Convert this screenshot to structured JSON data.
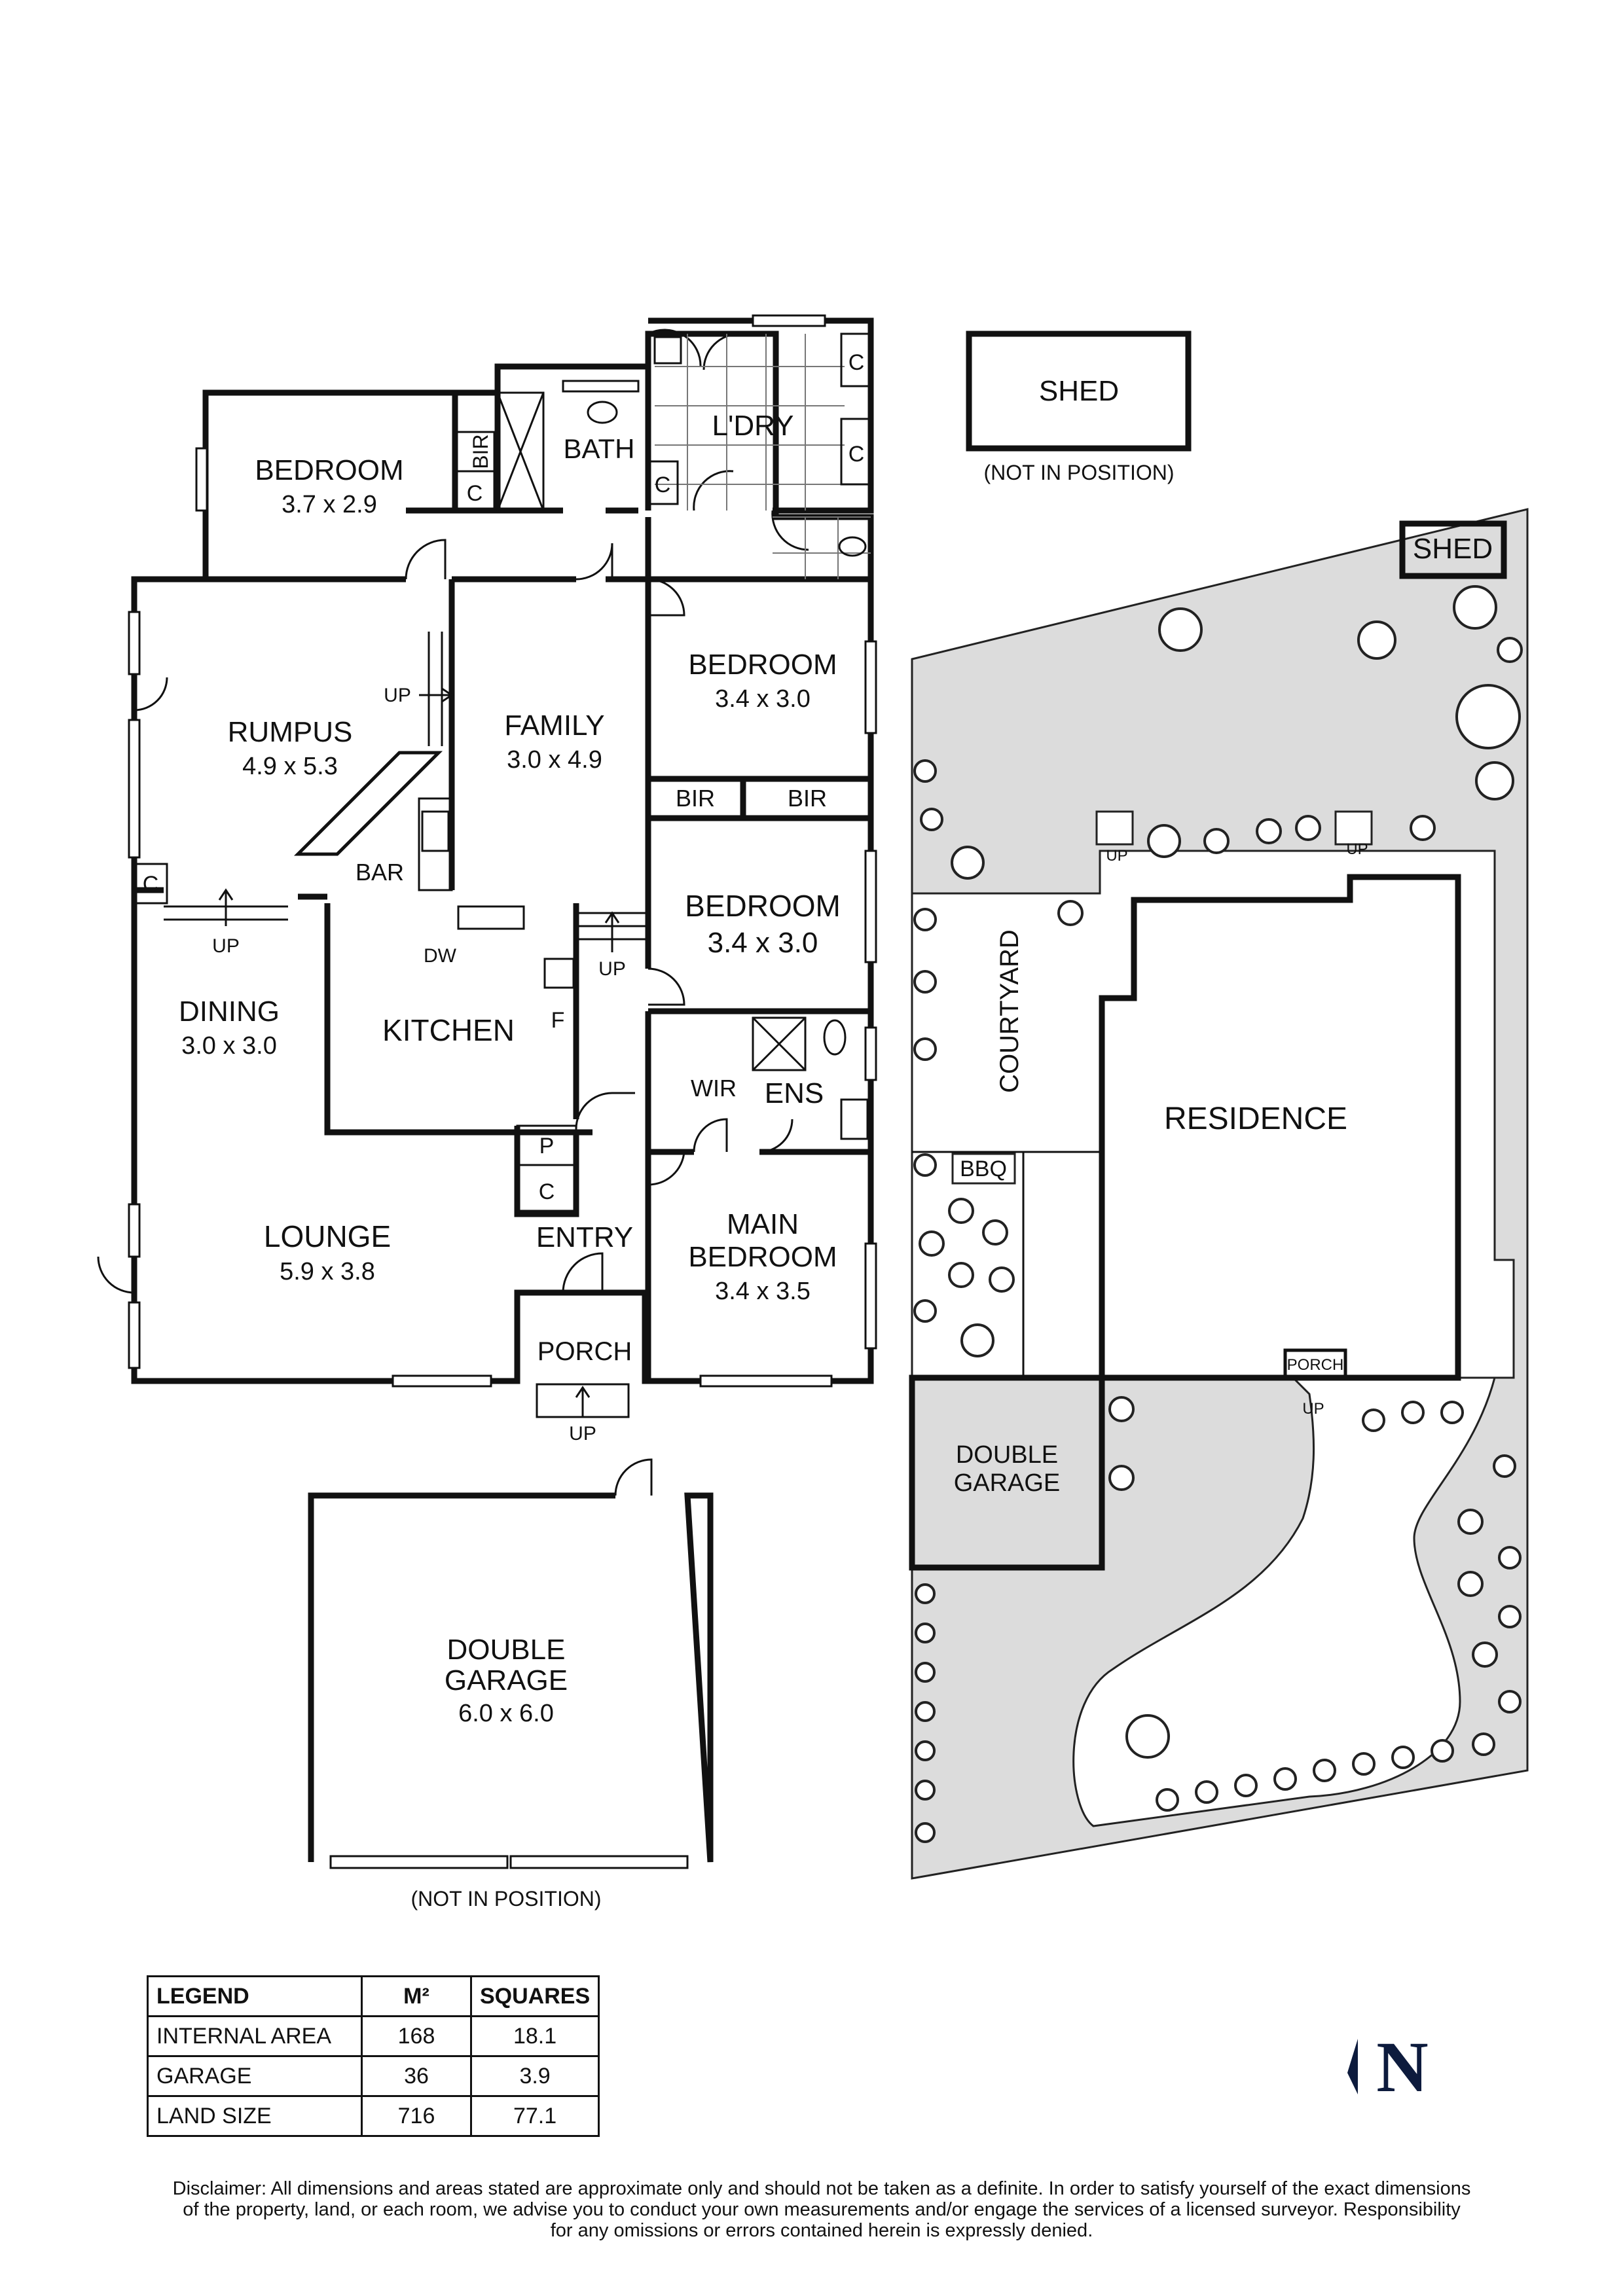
{
  "floor_plan": {
    "rooms": {
      "bedroom_nw": {
        "name": "BEDROOM",
        "size": "3.7 x 2.9"
      },
      "rumpus": {
        "name": "RUMPUS",
        "size": "4.9 x 5.3"
      },
      "family": {
        "name": "FAMILY",
        "size": "3.0 x 4.9"
      },
      "bedroom_e1": {
        "name": "BEDROOM",
        "size": "3.4 x 3.0"
      },
      "bedroom_e2": {
        "name": "BEDROOM",
        "size": "3.4 x 3.0"
      },
      "dining": {
        "name": "DINING",
        "size": "3.0 x 3.0"
      },
      "kitchen": {
        "name": "KITCHEN"
      },
      "lounge": {
        "name": "LOUNGE",
        "size": "5.9 x 3.8"
      },
      "main_bedroom": {
        "name_line1": "MAIN",
        "name_line2": "BEDROOM",
        "size": "3.4 x 3.5"
      },
      "entry": {
        "name": "ENTRY"
      },
      "porch": {
        "name": "PORCH"
      },
      "bath": {
        "name": "BATH"
      },
      "laundry": {
        "name": "L'DRY"
      },
      "wir": {
        "name": "WIR"
      },
      "ens": {
        "name": "ENS"
      },
      "bar": {
        "name": "BAR"
      },
      "garage": {
        "name_line1": "DOUBLE",
        "name_line2": "GARAGE",
        "size": "6.0 x 6.0"
      },
      "shed": {
        "name": "SHED"
      }
    },
    "fixtures": {
      "bir": "BIR",
      "c": "C",
      "p": "P",
      "f": "F",
      "dw": "DW",
      "up": "UP"
    },
    "notes": {
      "shed_not_in_position": "(NOT IN POSITION)",
      "garage_not_in_position": "(NOT IN POSITION)"
    }
  },
  "site_plan": {
    "shed": "SHED",
    "courtyard": "COURTYARD",
    "residence": "RESIDENCE",
    "bbq": "BBQ",
    "porch": "PORCH",
    "up": "UP",
    "garage_line1": "DOUBLE",
    "garage_line2": "GARAGE"
  },
  "legend": {
    "headers": [
      "LEGEND",
      "M²",
      "SQUARES"
    ],
    "rows": [
      {
        "label": "INTERNAL AREA",
        "m2": "168",
        "squares": "18.1"
      },
      {
        "label": "GARAGE",
        "m2": "36",
        "squares": "3.9"
      },
      {
        "label": "LAND SIZE",
        "m2": "716",
        "squares": "77.1"
      }
    ]
  },
  "compass": {
    "letter": "N"
  },
  "disclaimer": {
    "line1": "Disclaimer: All dimensions and areas stated are approximate only and should not be taken as a definite. In order to satisfy yourself of the exact dimensions",
    "line2": "of the property, land, or each room, we advise you to conduct your own measurements and/or engage the services of a licensed surveyor. Responsibility",
    "line3": "for any omissions or errors contained herein is expressly denied."
  }
}
